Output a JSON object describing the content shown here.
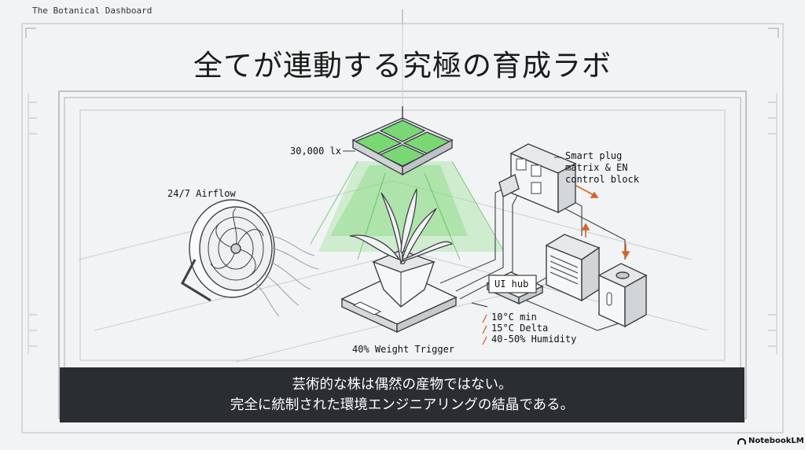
{
  "brand": "The Botanical Dashboard",
  "title": "全てが連動する究極の育成ラボ",
  "labels": {
    "light": "30,000 lx",
    "fan": "24/7 Airflow",
    "plug": [
      "Smart plug",
      "matrix & EN",
      "control block"
    ],
    "hub": "UI hub",
    "settings": [
      "10°C min",
      "15°C Delta",
      "40-50% Humidity"
    ],
    "weight": "40% Weight Trigger"
  },
  "caption": {
    "line1": "芸術的な株は偶然の産物ではない。",
    "line2": "完全に統制された環境エンジニアリングの結晶である。"
  },
  "logo": "NotebookLM",
  "colors": {
    "background": "#f1f3f5",
    "line": "#4a4d52",
    "light_green": "#6fd36a",
    "accent_orange": "#d9622b",
    "caption_bg": "#2a2d31"
  },
  "icons": [
    "fan-icon",
    "grow-light-icon",
    "plant-icon",
    "scale-icon",
    "smart-plug-icon",
    "ui-hub-icon",
    "heater-icon",
    "humidifier-icon"
  ]
}
